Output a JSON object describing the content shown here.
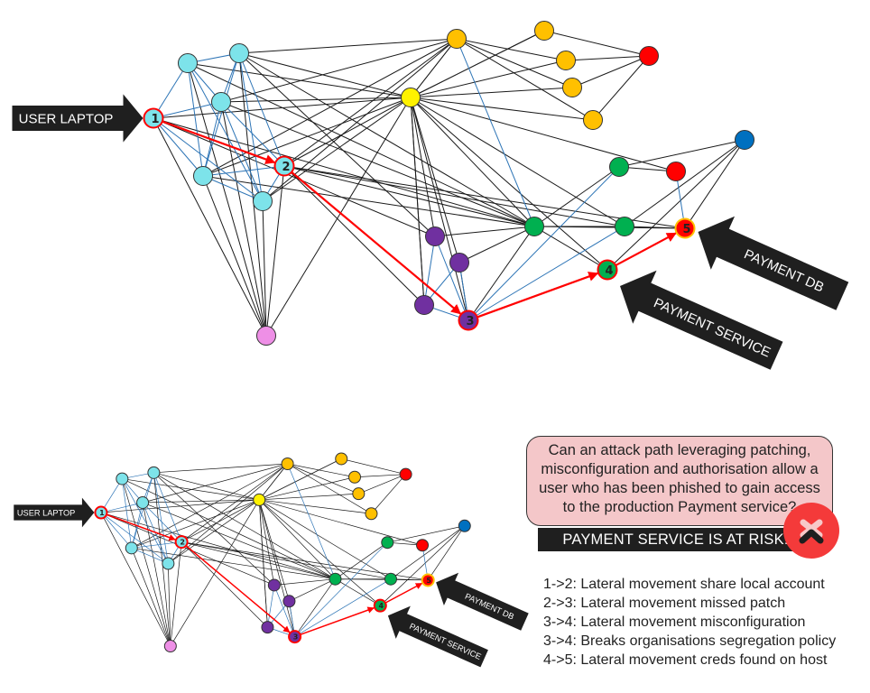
{
  "colors": {
    "cyan": "#7de3ea",
    "pink": "#ee8fe6",
    "yellow": "#fff200",
    "orange": "#ffc000",
    "red": "#ff0000",
    "purple": "#7030a0",
    "green": "#00b050",
    "blue": "#0070c0",
    "edge": "#1a1a1a",
    "intra_edge": "#2e75b6",
    "path": "#ff0000",
    "arrow_label_bg": "#1f1f1f",
    "callout_bg": "#f4c7c9",
    "risk_icon": "#f43a3a"
  },
  "graph": {
    "nodes": [
      {
        "id": "n1",
        "group": "cyan",
        "label": "1",
        "on_path": true
      },
      {
        "id": "ca",
        "group": "cyan"
      },
      {
        "id": "cb",
        "group": "cyan"
      },
      {
        "id": "cc",
        "group": "cyan"
      },
      {
        "id": "cd",
        "group": "cyan"
      },
      {
        "id": "ce",
        "group": "cyan"
      },
      {
        "id": "n2",
        "group": "cyan",
        "label": "2",
        "on_path": true
      },
      {
        "id": "pk",
        "group": "pink"
      },
      {
        "id": "ye",
        "group": "yellow"
      },
      {
        "id": "o1",
        "group": "orange"
      },
      {
        "id": "o2",
        "group": "orange"
      },
      {
        "id": "o3",
        "group": "orange"
      },
      {
        "id": "o4",
        "group": "orange"
      },
      {
        "id": "o5",
        "group": "orange"
      },
      {
        "id": "r1",
        "group": "red"
      },
      {
        "id": "p1",
        "group": "purple"
      },
      {
        "id": "p2",
        "group": "purple"
      },
      {
        "id": "p3",
        "group": "purple"
      },
      {
        "id": "n3",
        "group": "purple",
        "label": "3",
        "on_path": true
      },
      {
        "id": "g1",
        "group": "green"
      },
      {
        "id": "g2",
        "group": "green"
      },
      {
        "id": "g3",
        "group": "green"
      },
      {
        "id": "n4",
        "group": "green",
        "label": "4",
        "on_path": true
      },
      {
        "id": "r2",
        "group": "red"
      },
      {
        "id": "n5",
        "group": "red",
        "label": "5",
        "on_path": true,
        "target": true
      },
      {
        "id": "bl",
        "group": "blue"
      }
    ],
    "intra_edges": [
      [
        "n1",
        "ca"
      ],
      [
        "n1",
        "cc"
      ],
      [
        "n1",
        "cd"
      ],
      [
        "n1",
        "ce"
      ],
      [
        "ca",
        "cb"
      ],
      [
        "ca",
        "cc"
      ],
      [
        "ca",
        "cd"
      ],
      [
        "ca",
        "ce"
      ],
      [
        "cb",
        "cc"
      ],
      [
        "cb",
        "cd"
      ],
      [
        "cb",
        "ce"
      ],
      [
        "cb",
        "n2"
      ],
      [
        "cc",
        "cd"
      ],
      [
        "cc",
        "ce"
      ],
      [
        "cc",
        "n2"
      ],
      [
        "cd",
        "n2"
      ],
      [
        "cd",
        "ce"
      ],
      [
        "ce",
        "n2"
      ],
      [
        "o1",
        "g1"
      ],
      [
        "p1",
        "n3"
      ],
      [
        "p1",
        "p3"
      ],
      [
        "p2",
        "n3"
      ],
      [
        "p2",
        "p3"
      ],
      [
        "p3",
        "n3"
      ],
      [
        "n3",
        "g2"
      ],
      [
        "n3",
        "g3"
      ],
      [
        "r2",
        "n5"
      ]
    ],
    "edges": [
      [
        "n1",
        "pk"
      ],
      [
        "n1",
        "ye"
      ],
      [
        "n1",
        "p1"
      ],
      [
        "n1",
        "g1"
      ],
      [
        "ca",
        "pk"
      ],
      [
        "ca",
        "ye"
      ],
      [
        "ca",
        "g1"
      ],
      [
        "cb",
        "o1"
      ],
      [
        "cb",
        "ye"
      ],
      [
        "cb",
        "pk"
      ],
      [
        "cb",
        "g1"
      ],
      [
        "cb",
        "p1"
      ],
      [
        "cc",
        "ye"
      ],
      [
        "cc",
        "pk"
      ],
      [
        "cc",
        "g1"
      ],
      [
        "cc",
        "o1"
      ],
      [
        "cd",
        "pk"
      ],
      [
        "cd",
        "ye"
      ],
      [
        "cd",
        "g1"
      ],
      [
        "cd",
        "o1"
      ],
      [
        "ce",
        "pk"
      ],
      [
        "ce",
        "o1"
      ],
      [
        "ce",
        "ye"
      ],
      [
        "n2",
        "pk"
      ],
      [
        "n2",
        "ye"
      ],
      [
        "n2",
        "o1"
      ],
      [
        "n2",
        "g1"
      ],
      [
        "n2",
        "n5"
      ],
      [
        "n2",
        "p3"
      ],
      [
        "n2",
        "g3"
      ],
      [
        "pk",
        "ye"
      ],
      [
        "ye",
        "o1"
      ],
      [
        "ye",
        "o2"
      ],
      [
        "ye",
        "o3"
      ],
      [
        "ye",
        "o4"
      ],
      [
        "ye",
        "o5"
      ],
      [
        "ye",
        "p1"
      ],
      [
        "ye",
        "p2"
      ],
      [
        "ye",
        "p3"
      ],
      [
        "ye",
        "n3"
      ],
      [
        "ye",
        "g1"
      ],
      [
        "ye",
        "g3"
      ],
      [
        "ye",
        "n4"
      ],
      [
        "ye",
        "r2"
      ],
      [
        "o1",
        "o3"
      ],
      [
        "o1",
        "o4"
      ],
      [
        "o1",
        "o5"
      ],
      [
        "o1",
        "ye"
      ],
      [
        "o2",
        "r1"
      ],
      [
        "o3",
        "r1"
      ],
      [
        "o4",
        "r1"
      ],
      [
        "o5",
        "r1"
      ],
      [
        "o2",
        "ye"
      ],
      [
        "p1",
        "g1"
      ],
      [
        "p2",
        "g1"
      ],
      [
        "p3",
        "ye"
      ],
      [
        "n3",
        "g1"
      ],
      [
        "n3",
        "p2"
      ],
      [
        "g1",
        "g2"
      ],
      [
        "g1",
        "g3"
      ],
      [
        "g1",
        "n4"
      ],
      [
        "g2",
        "r2"
      ],
      [
        "g2",
        "bl"
      ],
      [
        "g3",
        "n5"
      ],
      [
        "g3",
        "bl"
      ],
      [
        "n4",
        "bl"
      ],
      [
        "n5",
        "bl"
      ],
      [
        "g1",
        "n5"
      ]
    ],
    "attack_path": [
      "n1",
      "n2",
      "n3",
      "n4",
      "n5"
    ]
  },
  "views": [
    {
      "name": "main",
      "arrows": {
        "user_laptop": "USER LAPTOP",
        "payment_db": "PAYMENT DB",
        "payment_service": "PAYMENT SERVICE"
      }
    },
    {
      "name": "mini",
      "arrows": {
        "user_laptop": "USER LAPTOP",
        "payment_db": "PAYMENT DB",
        "payment_service": "PAYMENT SERVICE"
      }
    }
  ],
  "callout": {
    "question": "Can an attack path leveraging patching, misconfiguration and authorisation allow a user who has been phished to gain access to the production Payment service?",
    "risk_banner": "PAYMENT SERVICE IS AT RISK!",
    "risk_icon": "close-x-icon"
  },
  "legend": [
    "1->2: Lateral movement share local account",
    "2->3: Lateral movement missed patch",
    "3->4: Lateral movement misconfiguration",
    "3->4: Breaks organisations segregation policy",
    "4->5: Lateral movement creds found on host"
  ]
}
